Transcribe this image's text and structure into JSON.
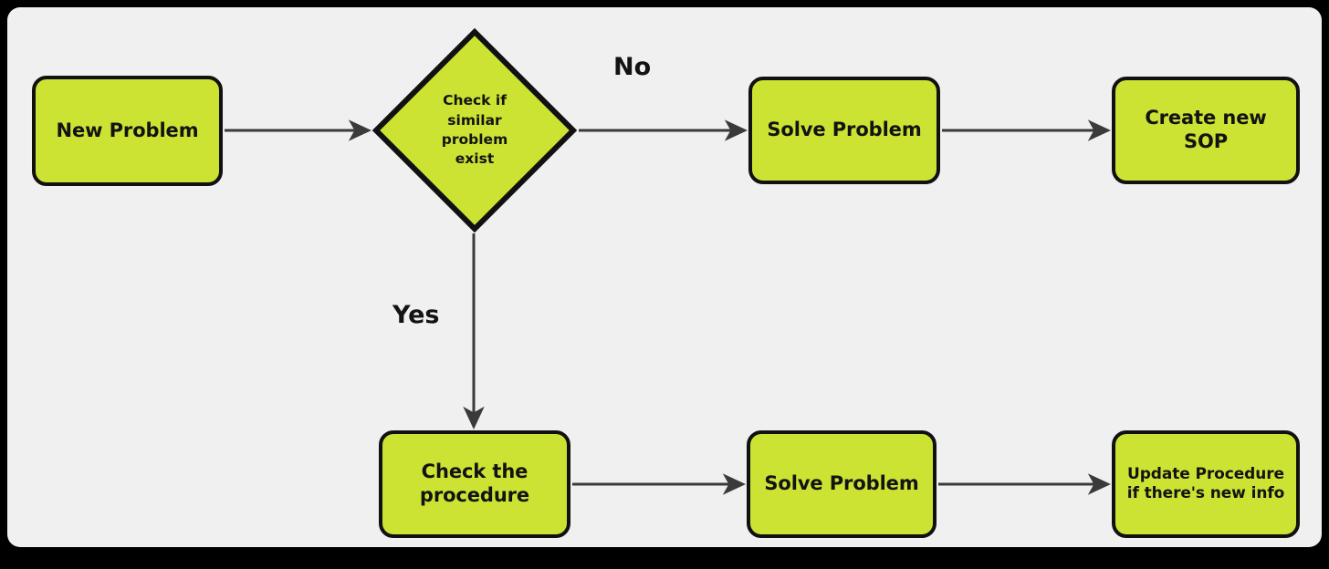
{
  "diagram": {
    "type": "flowchart",
    "frame_color": "#000000",
    "panel_color": "#f0f0f0",
    "node_fill": "#cce333",
    "node_border": "#111111",
    "arrow_color": "#333333",
    "nodes": [
      {
        "id": "new-problem",
        "shape": "rounded-rect",
        "label": "New Problem"
      },
      {
        "id": "decision",
        "shape": "diamond",
        "label": "Check if similar problem exist",
        "lines": [
          "Check if",
          "similar",
          "problem",
          "exist"
        ]
      },
      {
        "id": "solve-top",
        "shape": "rounded-rect",
        "label": "Solve Problem"
      },
      {
        "id": "create-sop",
        "shape": "rounded-rect",
        "label": "Create new SOP",
        "lines": [
          "Create new",
          "SOP"
        ]
      },
      {
        "id": "check-procedure",
        "shape": "rounded-rect",
        "label": "Check the procedure",
        "lines": [
          "Check the",
          "procedure"
        ]
      },
      {
        "id": "solve-bottom",
        "shape": "rounded-rect",
        "label": "Solve Problem"
      },
      {
        "id": "update-procedure",
        "shape": "rounded-rect",
        "label": "Update Procedure if there's new info",
        "lines": [
          "Update Procedure",
          "if there's new info"
        ]
      }
    ],
    "edges": [
      {
        "from": "new-problem",
        "to": "decision",
        "label": ""
      },
      {
        "from": "decision",
        "to": "solve-top",
        "label": "No"
      },
      {
        "from": "solve-top",
        "to": "create-sop",
        "label": ""
      },
      {
        "from": "decision",
        "to": "check-procedure",
        "label": "Yes"
      },
      {
        "from": "check-procedure",
        "to": "solve-bottom",
        "label": ""
      },
      {
        "from": "solve-bottom",
        "to": "update-procedure",
        "label": ""
      }
    ],
    "labels": {
      "no": "No",
      "yes": "Yes"
    }
  }
}
